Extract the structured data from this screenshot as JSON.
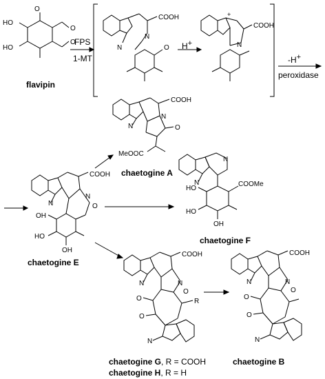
{
  "reagents": {
    "fps": "FPS",
    "mt": "1-MT",
    "proton": "H",
    "proton_sup": "+",
    "minus_h": "-H",
    "minus_h_sup": "+",
    "peroxidase": "peroxidase"
  },
  "compounds": {
    "flavipin": "flavipin",
    "chaetogine_a": "chaetogine A",
    "chaetogine_e": "chaetogine E",
    "chaetogine_f": "chaetogine F",
    "chaetogine_b": "chaetogine B",
    "chaetogine_g_name": "chaetogine G",
    "chaetogine_g_suffix": ", R = COOH",
    "chaetogine_h_name": "chaetogine H",
    "chaetogine_h_suffix": ", R = H"
  },
  "atom_labels": {
    "cooh": "COOH",
    "meooc": "MeOOC",
    "coome": "COOMe",
    "oh": "OH",
    "ho": "HO",
    "o": "O",
    "n": "N",
    "r": "R",
    "plus": "+"
  }
}
